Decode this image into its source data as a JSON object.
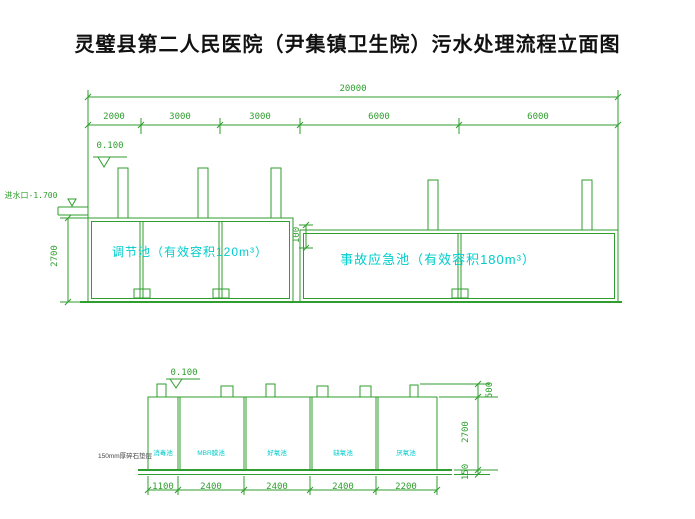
{
  "title": "灵璧县第二人民医院（尹集镇卫生院）污水处理流程立面图",
  "colors": {
    "line": "#2e9e2e",
    "label": "#00cccc"
  },
  "upper": {
    "overall_dim": "20000",
    "seg_dims": [
      "2000",
      "3000",
      "3000",
      "6000",
      "6000"
    ],
    "level_mark": "0.100",
    "inlet_label": "进水口-1.700",
    "height_dim": "2700",
    "mid_dim": "100",
    "tank1_label": "调节池（有效容积120m³）",
    "tank2_label": "事故应急池（有效容积180m³）"
  },
  "lower": {
    "level_mark": "0.100",
    "base_note": "150mm厚碎石垫层",
    "chambers": [
      "消毒池",
      "MBR膜池",
      "好氧池",
      "缺氧池",
      "厌氧池"
    ],
    "bottom_dims": [
      "1100",
      "2400",
      "2400",
      "2400",
      "2200"
    ],
    "height_dims": [
      "500",
      "2700",
      "150"
    ]
  }
}
